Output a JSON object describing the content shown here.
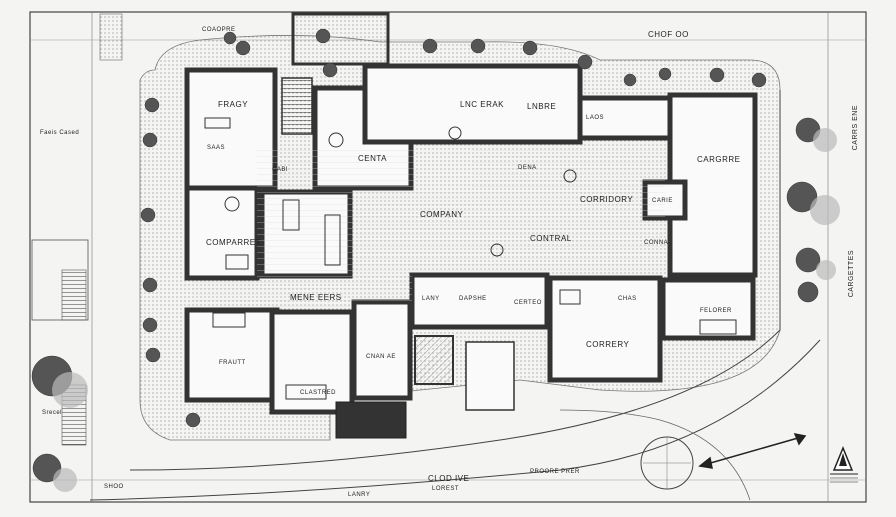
{
  "plan": {
    "colors": {
      "paper": "#f4f4f2",
      "wall": "#333333",
      "floor": "#fafafa",
      "hatch": "#9a9a9a",
      "tree": "#555555",
      "ink": "#222222"
    },
    "room_labels": {
      "r1": "FRAGY",
      "r2": "SAAS",
      "r3": "CABI",
      "r4": "CENTA",
      "r5": "LNC ERAK",
      "r6": "LNBRE",
      "r7": "LAOS",
      "r8": "CARGRRE",
      "r9": "CORRIDORY",
      "r10": "COMPARRET",
      "r11": "CONTRAL",
      "r12": "CARIE",
      "r13": "CONNA",
      "r14": "DENA",
      "r15": "MENE EERS",
      "r16": "LANY",
      "r17": "DAPSHE",
      "r18": "COMPANY",
      "r19": "CORRERY",
      "r20": "FRAUTT",
      "r21": "CNAN AE",
      "r22": "CERTEO",
      "r23": "CLASTRED",
      "r24": "CHAS",
      "r25": "FELORER"
    },
    "site_labels": {
      "top_street": "CHOF OO",
      "top_left": "COAOPRE",
      "left_side": "Faeis Cased",
      "right_vertical": "CARRS ENE",
      "right_lower": "CARGETTES",
      "bottom_center": "CLOD IVE",
      "bottom_center_2": "LOREST",
      "bottom_right_street": "PROORE PRER",
      "bottom_left_corner": "SHOO",
      "south_gate": "LANRY",
      "far_left": "Srecel"
    },
    "icons": [
      "north-arrow-icon",
      "tree-icon",
      "stair-icon",
      "dimension-arrow-icon"
    ]
  }
}
